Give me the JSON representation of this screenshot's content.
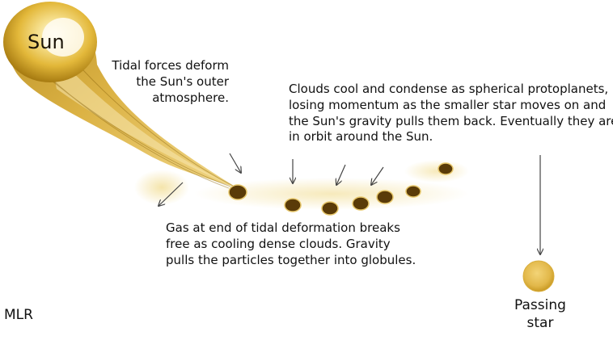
{
  "labels": {
    "sun": "Sun",
    "tidal_forces": [
      "Tidal forces deform",
      "the Sun's outer",
      "atmosphere."
    ],
    "clouds": [
      "Clouds cool and condense as spherical protoplanets,",
      "losing momentum as the smaller star moves on and",
      "the Sun's gravity pulls them back. Eventually they are",
      "in orbit around the Sun."
    ],
    "gas": [
      "Gas at end of tidal deformation breaks",
      "free as cooling dense clouds. Gravity",
      "pulls the particles together into globules."
    ],
    "passing_star": [
      "Passing",
      "star"
    ],
    "credit": "MLR"
  },
  "colors": {
    "sun_core": "#fffbe8",
    "sun_mid": "#e3b83a",
    "sun_edge": "#a87c12",
    "streamer": "#c99a24",
    "glow": "#f4e3a6",
    "protoplanet": "#5a3b08",
    "passing_star": "#e2b84a",
    "arrow": "#444444"
  }
}
